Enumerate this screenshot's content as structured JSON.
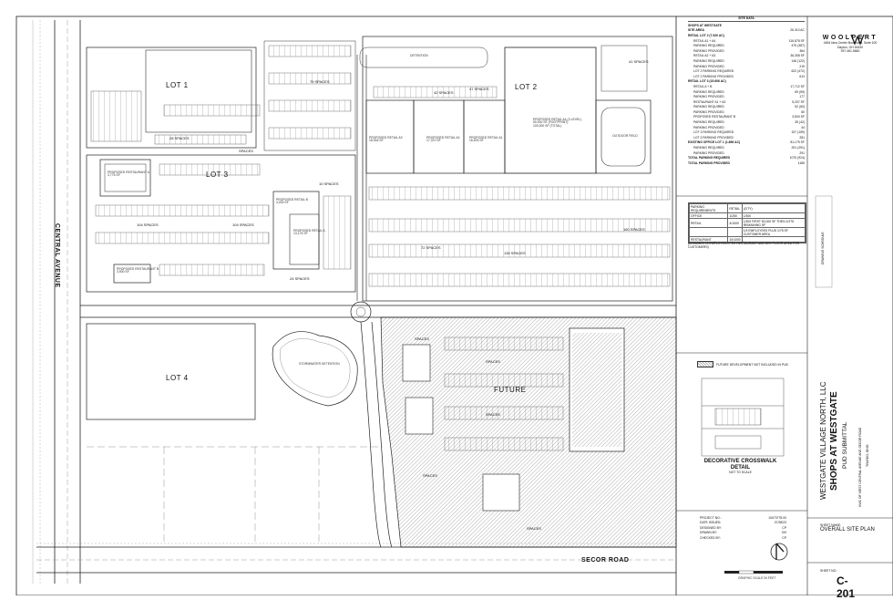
{
  "plan": {
    "lots": {
      "lot1": "LOT 1",
      "lot2": "LOT 2",
      "lot3": "LOT 3",
      "lot4": "LOT 4",
      "future": "FUTURE"
    },
    "roads": {
      "central": "CENTRAL AVENUE",
      "secor": "SECOR ROAD"
    },
    "buildings": {
      "retail_a3": "PROPOSED RETAIL A3\n18,918 SF",
      "retail_a2": "PROPOSED RETAIL A2\n17,370 SF",
      "retail_a1": "PROPOSED RETAIL A1\n16,878 SF",
      "retail_a4": "PROPOSED RETAIL A4 (2-LEVEL)\n50,000 SF (FOOTPRINT)\n100,000 SF (TOTAL)",
      "outdoor": "OUTDOOR FIELD",
      "retail_b": "PROPOSED RETAIL B\n4,030 SF",
      "retail_a": "PROPOSED RETAIL A\n13,175 SF",
      "rest_b": "PROPOSED RESTAURANT B\n3,500 SF",
      "rest_a": "PROPOSED RESTAURANT A\n3,775 SF"
    },
    "spaces": {
      "s1": "79 SPACES",
      "s2": "42 SPACES",
      "s3": "47 SPACES",
      "s4": "28 SPACES",
      "s5": "41 SPACES",
      "s6": "10 SPACES",
      "s7": "104 SPACES",
      "s8": "24 SPACES",
      "s9": "104 SPACES",
      "s10": "72 SPACES",
      "s11": "130 SPACES",
      "s12": "160 SPACES",
      "s13": "SPACES",
      "s14": "SPACES",
      "s15": "SPACES",
      "s16": "SPACES",
      "s17": "SPACES",
      "s18": "SPACES"
    },
    "misc": {
      "stormwater": "STORMWATER DETENTION",
      "detention": "DETENTION"
    }
  },
  "site_data": {
    "title": "SITE DATA",
    "rows": [
      {
        "k": "SHOPS AT WESTGATE",
        "v": "",
        "bold": true,
        "indent": 0
      },
      {
        "k": "SITE AREA",
        "v": "26.313 AC",
        "bold": true,
        "indent": 0
      },
      {
        "k": "RETAIL LOT 2 (7.920 AC)",
        "v": "",
        "bold": true,
        "indent": 0
      },
      {
        "k": "RETAIL A1 + A4",
        "v": "116,878 SF",
        "bold": false,
        "indent": 1
      },
      {
        "k": "PARKING REQUIRED",
        "v": "475 (387)",
        "bold": false,
        "indent": 1
      },
      {
        "k": "PARKING PROVIDED",
        "v": "364",
        "bold": false,
        "indent": 1
      },
      {
        "k": "RETAIL A2 + A3",
        "v": "36,308 SF",
        "bold": false,
        "indent": 1
      },
      {
        "k": "PARKING REQUIRED",
        "v": "146 (122)",
        "bold": false,
        "indent": 1
      },
      {
        "k": "PARKING PROVIDED",
        "v": "219",
        "bold": false,
        "indent": 1
      },
      {
        "k": "LOT 2 PARKING REQUIRED",
        "v": "622 (472)",
        "bold": false,
        "indent": 1
      },
      {
        "k": "LOT 2 PARKING PROVIDED",
        "v": "613",
        "bold": false,
        "indent": 1
      },
      {
        "k": "RETAIL LOT 3 (15.606 AC)",
        "v": "",
        "bold": true,
        "indent": 0
      },
      {
        "k": "RETAIL A + B",
        "v": "17,712 SF",
        "bold": false,
        "indent": 1
      },
      {
        "k": "PARKING REQUIRED",
        "v": "69 (59)",
        "bold": false,
        "indent": 1
      },
      {
        "k": "PARKING PROVIDED",
        "v": "177",
        "bold": false,
        "indent": 1
      },
      {
        "k": "RESTAURANT A1 + A2",
        "v": "5,207 SF",
        "bold": false,
        "indent": 1
      },
      {
        "k": "PARKING REQUIRED",
        "v": "52 (60)",
        "bold": false,
        "indent": 1
      },
      {
        "k": "PARKING PROVIDED",
        "v": "60",
        "bold": false,
        "indent": 1
      },
      {
        "k": "PROPOSED RESTAURANT B",
        "v": "3,500 SF",
        "bold": false,
        "indent": 1
      },
      {
        "k": "PARKING REQUIRED",
        "v": "35 (42)",
        "bold": false,
        "indent": 1
      },
      {
        "k": "PARKING PROVIDED",
        "v": "44",
        "bold": false,
        "indent": 1
      },
      {
        "k": "LOT 3 PARKING REQUIRED",
        "v": "157 (159)",
        "bold": false,
        "indent": 1
      },
      {
        "k": "LOT 3 PARKING PROVIDED",
        "v": "281",
        "bold": false,
        "indent": 1
      },
      {
        "k": "EXISTING OFFICE LOT 1 (1.896 AC)",
        "v": "81,175 SF",
        "bold": true,
        "indent": 0
      },
      {
        "k": "PARKING REQUIRED",
        "v": "291 (291)",
        "bold": false,
        "indent": 1
      },
      {
        "k": "PARKING PROVIDED",
        "v": "291",
        "bold": false,
        "indent": 1
      },
      {
        "k": "TOTAL PARKING REQUIRED",
        "v": "1070 (924)",
        "bold": true,
        "indent": 0
      },
      {
        "k": "TOTAL PARKING PROVIDED",
        "v": "1185",
        "bold": true,
        "indent": 0
      }
    ]
  },
  "parking_requirements": {
    "header": [
      "PARKING REQUIREMENTS",
      "RETAIL",
      "(CITY)"
    ],
    "rows": [
      [
        "OFFICE",
        "1/250",
        "1/300"
      ],
      [
        "RETAIL",
        "4/1000",
        "1/300 FIRST 50,000 SF THEN 1/275 REMAINING SF"
      ],
      [
        "",
        "",
        "1/3 EMPLOYEES PLUS 1/75 SF CUSTOMER AREA"
      ],
      [
        "RESTAURANT",
        "10/1000",
        ""
      ]
    ],
    "note": "(ASSUMED 10 EMPLOYEES PER RESTAURANT AND 80% FLOOR AREA FOR CUSTOMERS)"
  },
  "firm": {
    "name": "WOOLPERT",
    "address": "4454 Idea Center Boulevard, Suite 100",
    "city": "Dayton, OH 45430",
    "phone": "937.461.5660"
  },
  "project": {
    "client": "WESTGATE VILLAGE NORTH, LLC",
    "name": "SHOPS AT WESTGATE",
    "phase": "PUD SUBMITTAL",
    "loc1": "NWC OF WEST CENTRAL AVENUE AND SECOR ROAD",
    "loc2": "TOLEDO, OHIO"
  },
  "project_info": [
    {
      "k": "PROJECT NO.:",
      "v": "10073778.00"
    },
    {
      "k": "DATE ISSUED:",
      "v": "07/28/23"
    },
    {
      "k": "DESIGNED BY:",
      "v": "CP"
    },
    {
      "k": "DRAWN BY:",
      "v": "DH"
    },
    {
      "k": "CHECKED BY:",
      "v": "CP"
    }
  ],
  "sheet": {
    "name_label": "SHEET NAME:",
    "name": "OVERALL SITE PLAN",
    "no_label": "SHEET NO.:",
    "no": "C-201"
  },
  "detail": {
    "title": "DECORATIVE CROSSWALK DETAIL",
    "scale": "NOT TO SCALE"
  },
  "legend": {
    "future_dev": "FUTURE DEVELOPMENT NOT INCLUDED IN PUD"
  },
  "seal": {
    "text": "DRAWING SCHEDULE"
  },
  "scale": {
    "label": "GRAPHIC SCALE IN FEET"
  },
  "colors": {
    "line": "#222222",
    "light": "#9a9a9a",
    "hatch": "#8c8c8c"
  }
}
